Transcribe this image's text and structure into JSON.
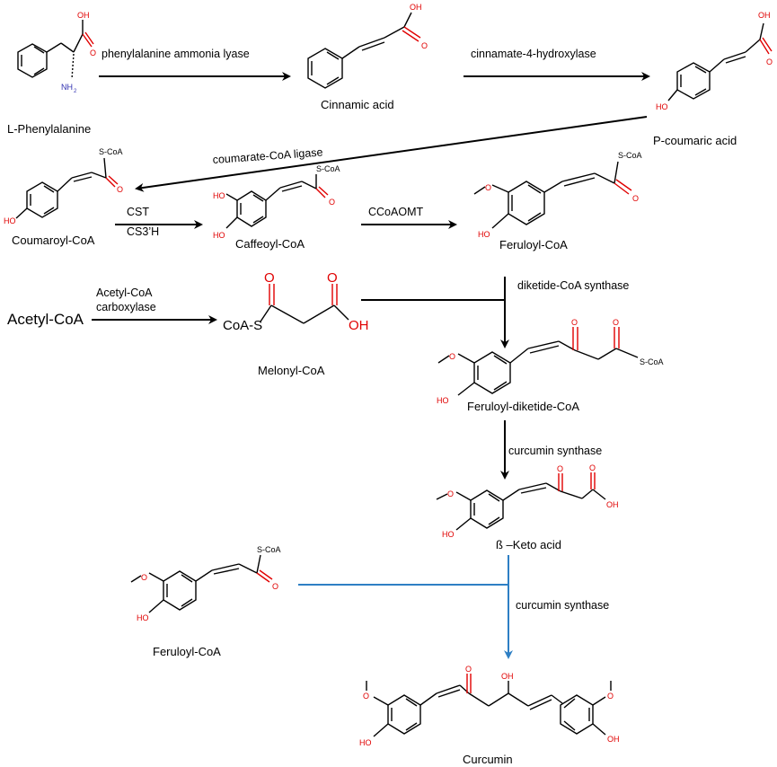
{
  "compounds": {
    "phenylalanine": "L-Phenylalanine",
    "cinnamic": "Cinnamic acid",
    "coumaric": "P-coumaric acid",
    "coumaroyl": "Coumaroyl-CoA",
    "caffeoyl": "Caffeoyl-CoA",
    "feruloyl": "Feruloyl-CoA",
    "acetyl": "Acetyl-CoA",
    "melonyl": "Melonyl-CoA",
    "diketide": "Feruloyl-diketide-CoA",
    "ketoacid": "ß –Keto acid",
    "feruloyl2": "Feruloyl-CoA",
    "curcumin": "Curcumin"
  },
  "enzymes": {
    "pal": "phenylalanine ammonia lyase",
    "c4h": "cinnamate-4-hydroxylase",
    "ligase": "coumarate-CoA ligase",
    "cst": "CST",
    "cs3h": "CS3’H",
    "ccoaomt": "CCoAOMT",
    "acc1": "Acetyl-CoA",
    "acc2": "carboxylase",
    "dcs": "diketide-CoA synthase",
    "cus1": "curcumin synthase",
    "cus2": "curcumin synthase"
  },
  "atoms": {
    "oh": "OH",
    "o": "O",
    "ho": "HO",
    "nh2": "NH",
    "sub2": "2",
    "scoa": "S-CoA",
    "coas": "CoA-S"
  },
  "colors": {
    "heteroatom": "#e00000",
    "arrow": "#000000",
    "final_arrow": "#2e7fc4",
    "amine": "#3030b0"
  }
}
